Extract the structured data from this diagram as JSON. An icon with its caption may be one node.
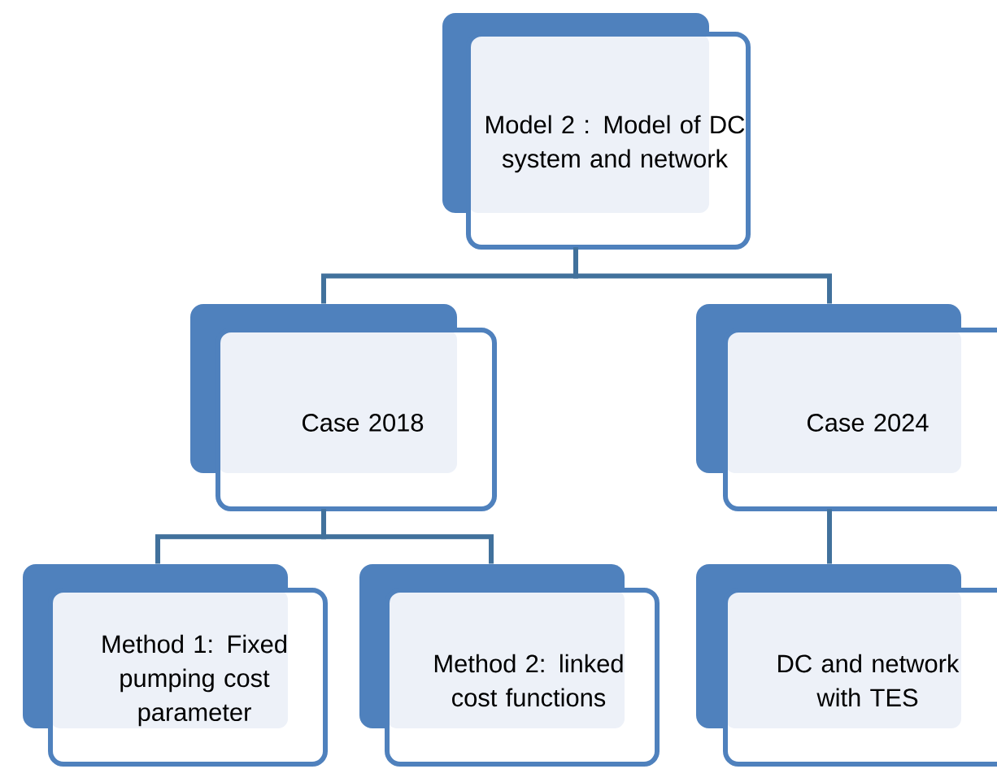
{
  "diagram": {
    "nodes": [
      {
        "text": [
          "Model 2 : Model of DC system and network"
        ]
      },
      {
        "text": [
          "Case 2018"
        ]
      },
      {
        "text": [
          "Case 2024"
        ]
      },
      {
        "text": [
          "Method 1: Fixed pumping cost parameter"
        ]
      },
      {
        "text": [
          "Method 2: linked cost functions"
        ]
      },
      {
        "text": [
          "DC and network with TES"
        ]
      }
    ],
    "edges": [
      {
        "from": 0,
        "to": 1,
        "arrow": "none"
      },
      {
        "from": 0,
        "to": 2,
        "arrow": "none"
      },
      {
        "from": 1,
        "to": 3,
        "arrow": "none"
      },
      {
        "from": 1,
        "to": 4,
        "arrow": "none"
      },
      {
        "from": 2,
        "to": 5,
        "arrow": "none"
      }
    ]
  }
}
